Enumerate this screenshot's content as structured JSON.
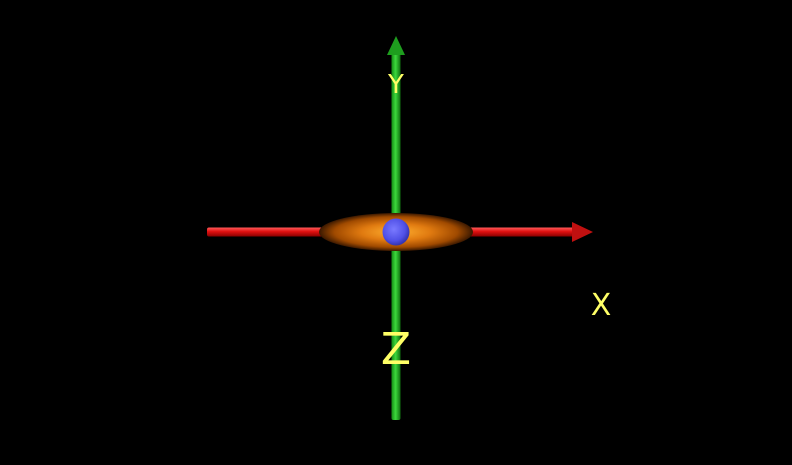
{
  "scene": {
    "background_color": "#000000",
    "label_color": "#ffff66",
    "axes": {
      "x": {
        "label": "X",
        "color": "#e01010"
      },
      "y": {
        "label": "Y",
        "color": "#22b822"
      },
      "z": {
        "label": "Z"
      }
    },
    "disc_color": "#c86400",
    "center_sphere_color": "#5555ee"
  }
}
